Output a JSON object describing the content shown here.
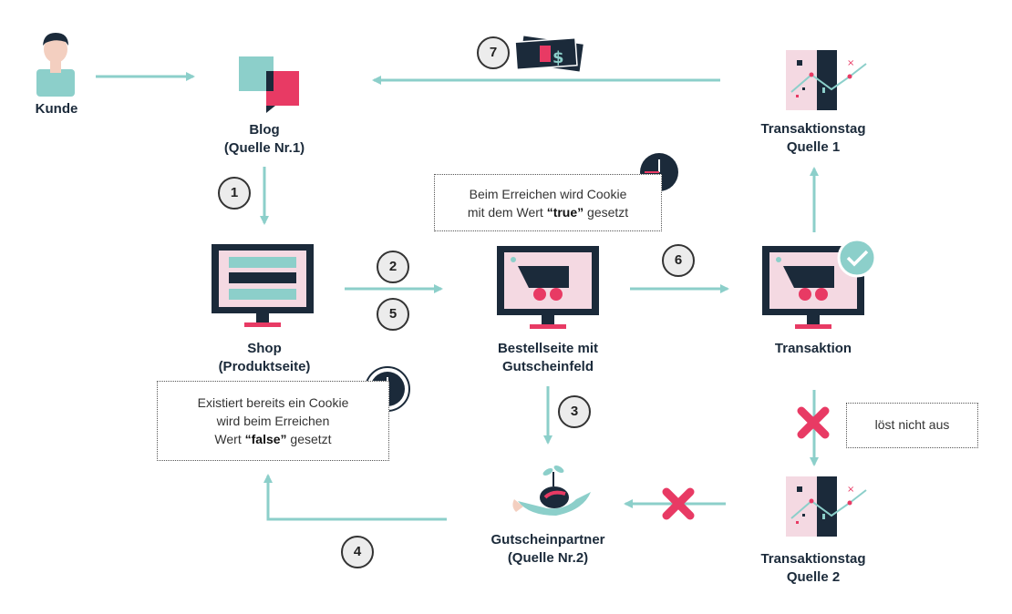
{
  "colors": {
    "teal": "#8ccfca",
    "pink": "#e83a64",
    "navy": "#1b2a3a",
    "lightpink": "#f4d9e2",
    "skin": "#f3cfc0"
  },
  "nodes": {
    "kunde": {
      "label": "Kunde",
      "icon": "person-icon"
    },
    "blog": {
      "line1": "Blog",
      "line2": "(Quelle Nr.1)",
      "icon": "chat-bubbles-icon"
    },
    "shop": {
      "line1": "Shop",
      "line2": "(Produktseite)",
      "icon": "monitor-product-page-icon"
    },
    "bestellseite": {
      "line1": "Bestellseite mit",
      "line2": "Gutscheinfeld",
      "icon": "monitor-cart-icon"
    },
    "transaktion": {
      "label": "Transaktion",
      "icon": "monitor-cart-check-icon"
    },
    "tag1": {
      "line1": "Transaktionstag",
      "line2": "Quelle 1",
      "icon": "transaction-tag-icon"
    },
    "tag2": {
      "line1": "Transaktionstag",
      "line2": "Quelle 2",
      "icon": "transaction-tag-icon"
    },
    "gutscheinpartner": {
      "line1": "Gutscheinpartner",
      "line2": "(Quelle Nr.2)",
      "icon": "hand-seedling-icon"
    }
  },
  "notes": {
    "top": {
      "line1": "Beim Erreichen wird Cookie",
      "line2_pre": "mit dem Wert ",
      "line2_bold": "“true”",
      "line2_post": " gesetzt"
    },
    "left": {
      "line1": "Existiert bereits ein Cookie",
      "line2": "wird beim Erreichen",
      "line3_pre": "Wert ",
      "line3_bold": "“false”",
      "line3_post": " gesetzt"
    },
    "right": {
      "text": "löst nicht aus"
    }
  },
  "steps": [
    "1",
    "2",
    "3",
    "4",
    "5",
    "6",
    "7"
  ],
  "money_icon": "money-stack-icon"
}
